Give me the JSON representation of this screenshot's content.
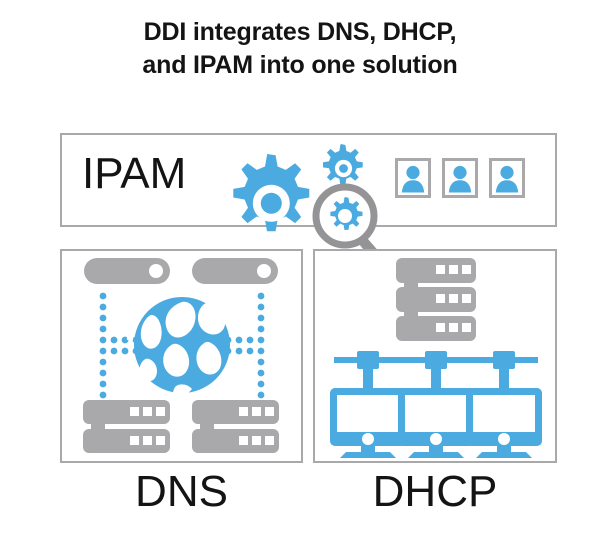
{
  "page": {
    "background_color": "#ffffff",
    "title": "DDI integrates DNS, DHCP,\nand IPAM into one solution",
    "title_line_1": "DDI integrates DNS, DHCP,",
    "title_line_2": "and IPAM into one solution"
  },
  "colors": {
    "accent_blue": "#4BABE0",
    "gray": "#a9a9ab",
    "gray_dark": "#949497",
    "text": "#141414",
    "panel_border": "#a9a9ab",
    "panel_fill": "#ffffff"
  },
  "panels": {
    "ipam": {
      "label": "IPAM",
      "icons": [
        "gear-large-icon",
        "gear-small-icon",
        "magnifier-gear-icon",
        "user-card-icon",
        "user-card-icon",
        "user-card-icon"
      ],
      "user_card_count": 3
    },
    "dns": {
      "label": "DNS",
      "icons": [
        "server-top-left-icon",
        "server-top-right-icon",
        "globe-network-icon",
        "dotted-link-left-icon",
        "dotted-link-right-icon",
        "server-rack-left-icon",
        "server-rack-right-icon"
      ],
      "server_pill_count": 2,
      "server_rack_count": 2
    },
    "dhcp": {
      "label": "DHCP",
      "icons": [
        "server-stack-icon",
        "network-bus-icon",
        "monitor-icon",
        "monitor-icon",
        "monitor-icon"
      ],
      "monitor_count": 3,
      "server_unit_count": 3
    }
  }
}
